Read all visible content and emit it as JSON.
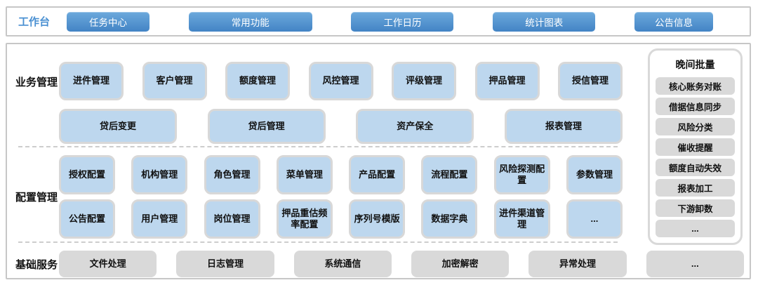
{
  "topbar": {
    "label": "工作台",
    "buttons": [
      "任务中心",
      "常用功能",
      "工作日历",
      "统计图表",
      "公告信息"
    ]
  },
  "business": {
    "label": "业务管理",
    "row1": [
      "进件管理",
      "客户管理",
      "额度管理",
      "风控管理",
      "评级管理",
      "押品管理",
      "授信管理"
    ],
    "row2": [
      "贷后变更",
      "贷后管理",
      "资产保全",
      "报表管理"
    ]
  },
  "config": {
    "label": "配置管理",
    "row1": [
      "授权配置",
      "机构管理",
      "角色管理",
      "菜单管理",
      "产品配置",
      "流程配置",
      "风险探测配置",
      "参数管理"
    ],
    "row2": [
      "公告配置",
      "用户管理",
      "岗位管理",
      "押品重估频率配置",
      "序列号模版",
      "数据字典",
      "进件渠道管理",
      "..."
    ]
  },
  "base": {
    "label": "基础服务",
    "items": [
      "文件处理",
      "日志管理",
      "系统通信",
      "加密解密",
      "异常处理",
      "..."
    ]
  },
  "night_batch": {
    "title": "晚间批量",
    "items": [
      "核心账务对账",
      "借据信息同步",
      "风险分类",
      "催收提醒",
      "额度自动失效",
      "报表加工",
      "下游卸数",
      "..."
    ]
  },
  "colors": {
    "button_blue_top": "#6CA9DC",
    "button_blue_bottom": "#4384C5",
    "label_blue": "#4A90D2",
    "card_blue": "#BDD7EE",
    "card_gray": "#D9D9D9",
    "card_border": "#D8D8D8",
    "panel_border": "#C7C7C7"
  }
}
